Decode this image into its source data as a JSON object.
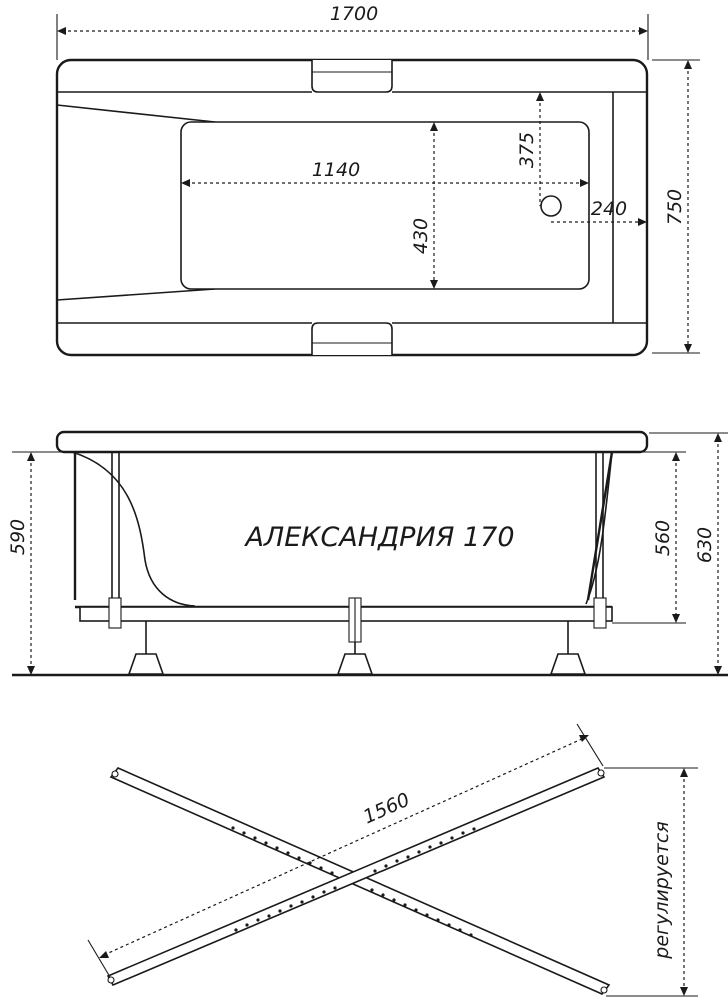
{
  "model": "АЛЕКСАНДРИЯ 170",
  "top_view": {
    "length": "1700",
    "width": "750",
    "inner_length": "1140",
    "inner_width": "430",
    "drain_from_side": "375",
    "drain_from_end": "240"
  },
  "side_view": {
    "height_left": "590",
    "height_inner": "560",
    "height_total": "630"
  },
  "frame_view": {
    "frame_length": "1560",
    "adjustable_label": "регулируется"
  }
}
